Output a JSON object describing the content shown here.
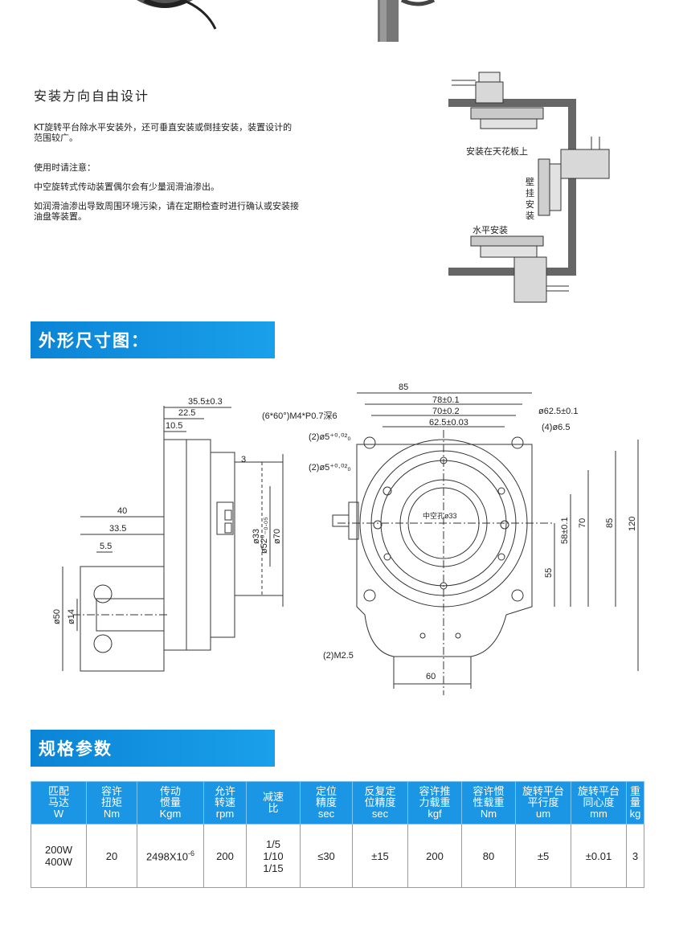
{
  "intro": {
    "title": "安装方向自由设计",
    "p1": "KT旋转平台除水平安装外，还可垂直安装或倒挂安装，装置设计的范围较广。",
    "p2": "使用时请注意：",
    "p3": "中空旋转式传动装置偶尔会有少量润滑油渗出。",
    "p4": "如润滑油渗出导致周围环境污染，请在定期检查时进行确认或安装接油盘等装置。"
  },
  "mount_labels": {
    "ceiling": "安装在天花板上",
    "wall": [
      "壁",
      "挂",
      "安",
      "装"
    ],
    "horizontal": "水平安装"
  },
  "banners": {
    "dimensions": "外形尺寸图：",
    "specs": "规格参数"
  },
  "drawing": {
    "side": {
      "d35_5": "35.5±0.3",
      "d22_5": "22.5",
      "d10_5": "10.5",
      "d3": "3",
      "d40": "40",
      "d33_5": "33.5",
      "d5_5": "5.5",
      "d50": "ø50",
      "d14": "ø14",
      "d33": "ø33",
      "d52": "ø52⁰₋₀.₀₅",
      "d70": "ø70"
    },
    "front": {
      "d85_top": "85",
      "d78": "78±0.1",
      "d70_2": "70±0.2",
      "d62_5": "62.5±0.03",
      "holes_m4": "(6*60°)M4*P0.7深6",
      "pin1": "(2)ø5⁺⁰·⁰²₀",
      "pin2": "(2)ø5⁺⁰·⁰²₀",
      "pcd": "ø62.5±0.1",
      "d6_5": "(4)ø6.5",
      "hollow": "中空孔ø33",
      "d58": "58±0.1",
      "d70_v": "70",
      "d85_v": "85",
      "d120": "120",
      "d55": "55",
      "m2_5": "(2)M2.5",
      "d60": "60"
    }
  },
  "table": {
    "headers": [
      [
        "匹配",
        "马达",
        "W"
      ],
      [
        "容许",
        "扭矩",
        "Nm"
      ],
      [
        "传动",
        "惯量",
        "Kgm"
      ],
      [
        "允许",
        "转速",
        "rpm"
      ],
      [
        "减速",
        "比"
      ],
      [
        "定位",
        "精度",
        "sec"
      ],
      [
        "反复定",
        "位精度",
        "sec"
      ],
      [
        "容许推",
        "力载重",
        "kgf"
      ],
      [
        "容许惯",
        "性载重",
        "Nm"
      ],
      [
        "旋转平台",
        "平行度",
        "um"
      ],
      [
        "旋转平台",
        "同心度",
        "mm"
      ],
      [
        "重量",
        "kg"
      ]
    ],
    "row": {
      "motor": [
        "200W",
        "400W"
      ],
      "torque": "20",
      "inertia_base": "2498X10",
      "inertia_exp": "-6",
      "speed": "200",
      "ratio": [
        "1/5",
        "1/10",
        "1/15"
      ],
      "positioning": "≤30",
      "repeat": "±15",
      "thrust": "200",
      "moment": "80",
      "parallelism": "±5",
      "concentricity": "±0.01",
      "weight": "3"
    }
  }
}
